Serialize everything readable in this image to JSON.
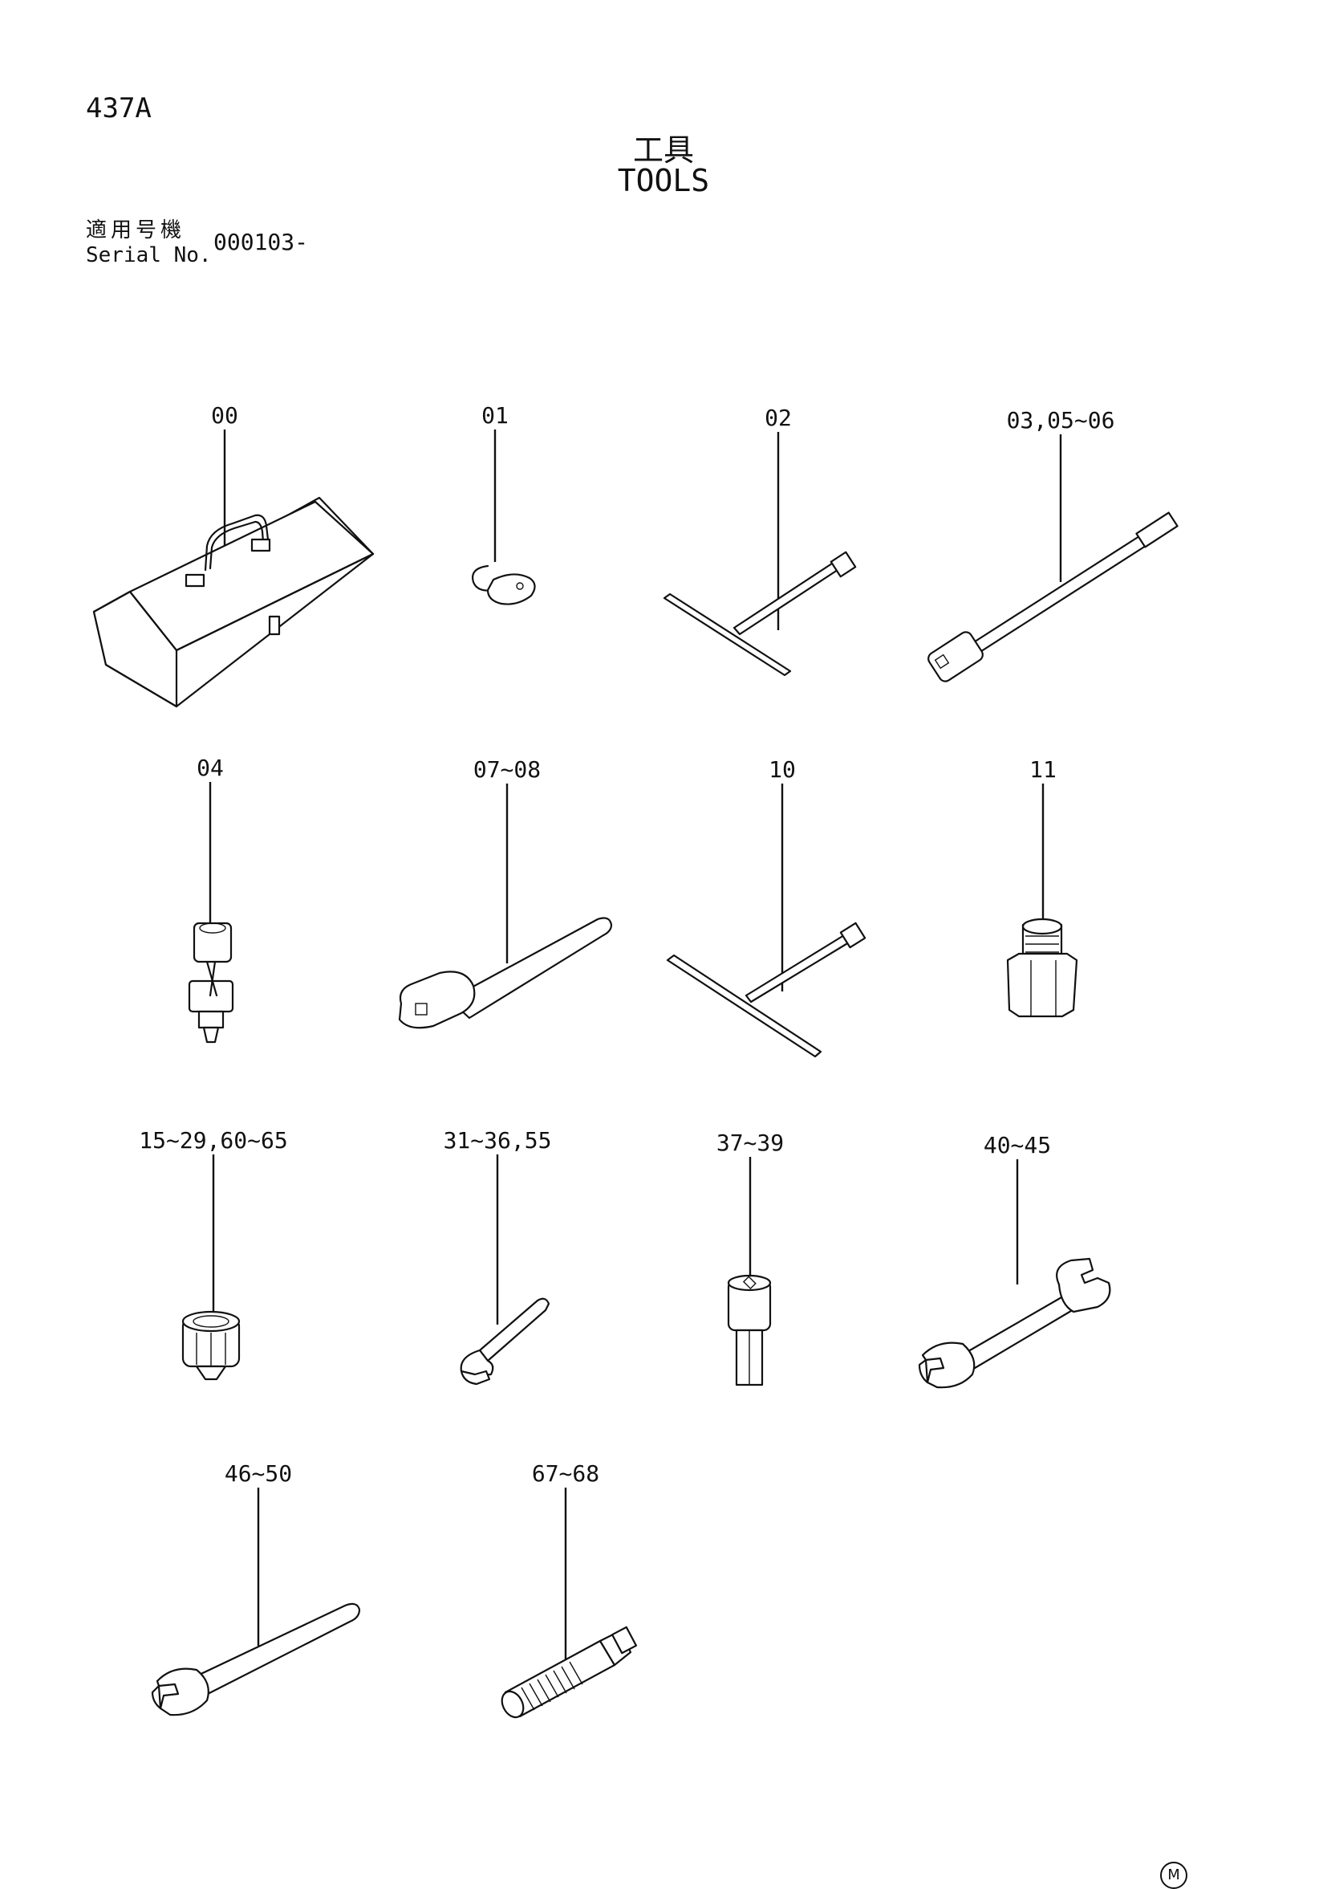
{
  "header": {
    "page_code": "437A",
    "title_jp": "工具",
    "title_en": "TOOLS"
  },
  "serial": {
    "label_jp": "適用号機",
    "label_en": "Serial No.",
    "value": "000103-"
  },
  "callouts": [
    {
      "label": "00",
      "icon": "toolbox-icon"
    },
    {
      "label": "01",
      "icon": "hook-key-icon"
    },
    {
      "label": "02",
      "icon": "t-handle-wrench-icon"
    },
    {
      "label": "03,05~06",
      "icon": "extension-bar-icon"
    },
    {
      "label": "04",
      "icon": "universal-joint-icon"
    },
    {
      "label": "07~08",
      "icon": "ratchet-handle-icon"
    },
    {
      "label": "10",
      "icon": "t-handle-wrench-icon"
    },
    {
      "label": "11",
      "icon": "adapter-fitting-icon"
    },
    {
      "label": "15~29,60~65",
      "icon": "socket-icon"
    },
    {
      "label": "31~36,55",
      "icon": "hex-key-icon"
    },
    {
      "label": "37~39",
      "icon": "hex-bit-socket-icon"
    },
    {
      "label": "40~45",
      "icon": "double-open-end-wrench-icon"
    },
    {
      "label": "46~50",
      "icon": "single-open-end-wrench-icon"
    },
    {
      "label": "67~68",
      "icon": "threaded-adapter-icon"
    }
  ],
  "footer": {
    "mark": "M"
  }
}
